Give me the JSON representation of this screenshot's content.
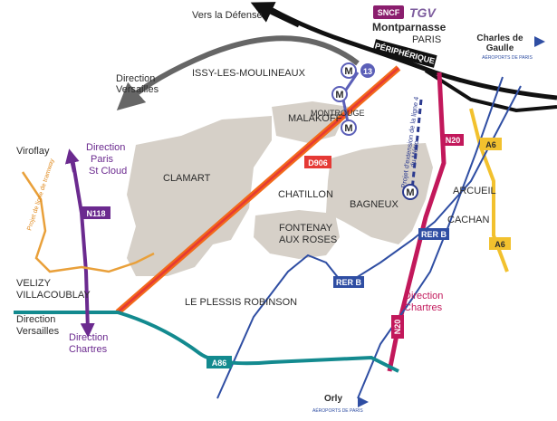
{
  "map": {
    "places": {
      "paris": "PARIS",
      "issy": "ISSY-LES-MOULINEAUX",
      "malakoff": "MALAKOFF",
      "montrouge": "MONTROUGE",
      "clamart": "CLAMART",
      "chatillon": "CHATILLON",
      "bagneux": "BAGNEUX",
      "fontenay_1": "FONTENAY",
      "fontenay_2": "AUX ROSES",
      "plessis": "LE PLESSIS ROBINSON",
      "arcueil": "ARCUEIL",
      "cachan": "CACHAN",
      "velizy_1": "VELIZY",
      "velizy_2": "VILLACOUBLAY",
      "viroflay": "Viroflay"
    },
    "directions": {
      "defense": "Vers la Défense",
      "versailles_top_1": "Direction",
      "versailles_top_2": "Versailles",
      "paris_stcloud_1": "Direction",
      "paris_stcloud_2": "Paris",
      "paris_stcloud_3": "St Cloud",
      "versailles_left_1": "Direction",
      "versailles_left_2": "Versailles",
      "chartres_left_1": "Direction",
      "chartres_left_2": "Chartres",
      "chartres_right_1": "Direction",
      "chartres_right_2": "Chartres"
    },
    "roads": {
      "peripherique": "PÉRIPHÉRIQUE",
      "n20_top": "N20",
      "n20_bottom": "N20",
      "a6_top": "A6",
      "a6_bottom": "A6",
      "d906": "D906",
      "n118": "N118",
      "a86": "A86",
      "rer_b_right": "RER B",
      "rer_b_bottom": "RER B"
    },
    "metro": {
      "line_13": "13",
      "m_symbol": "M",
      "extension_line_1": "Projet d'extension de la ligne 4",
      "extension_line_2": "du Métro"
    },
    "tramway_project": "Projet de ligne de tramway",
    "stations": {
      "montparnasse": "Montparnasse",
      "sncf": "SNCF",
      "tgv": "TGV"
    },
    "airports": {
      "cdg_1": "Charles de",
      "cdg_2": "Gaulle",
      "cdg_sub": "AÉROPORTS DE PARIS",
      "orly": "Orly",
      "orly_sub": "AÉROPORTS DE PARIS"
    },
    "colors": {
      "urban_area": "#d6d0c8",
      "peripherique": "#111111",
      "d906": "#f26a1b",
      "d906_inner": "#e53935",
      "n20": "#c2185b",
      "a6": "#f2c12e",
      "a86": "#138a8f",
      "n118": "#6b2a8f",
      "rer_b": "#2f4ea3",
      "metro_13": "#5b5fb8",
      "tramway": "#e9a03a",
      "arrow_gray": "#666666"
    }
  }
}
